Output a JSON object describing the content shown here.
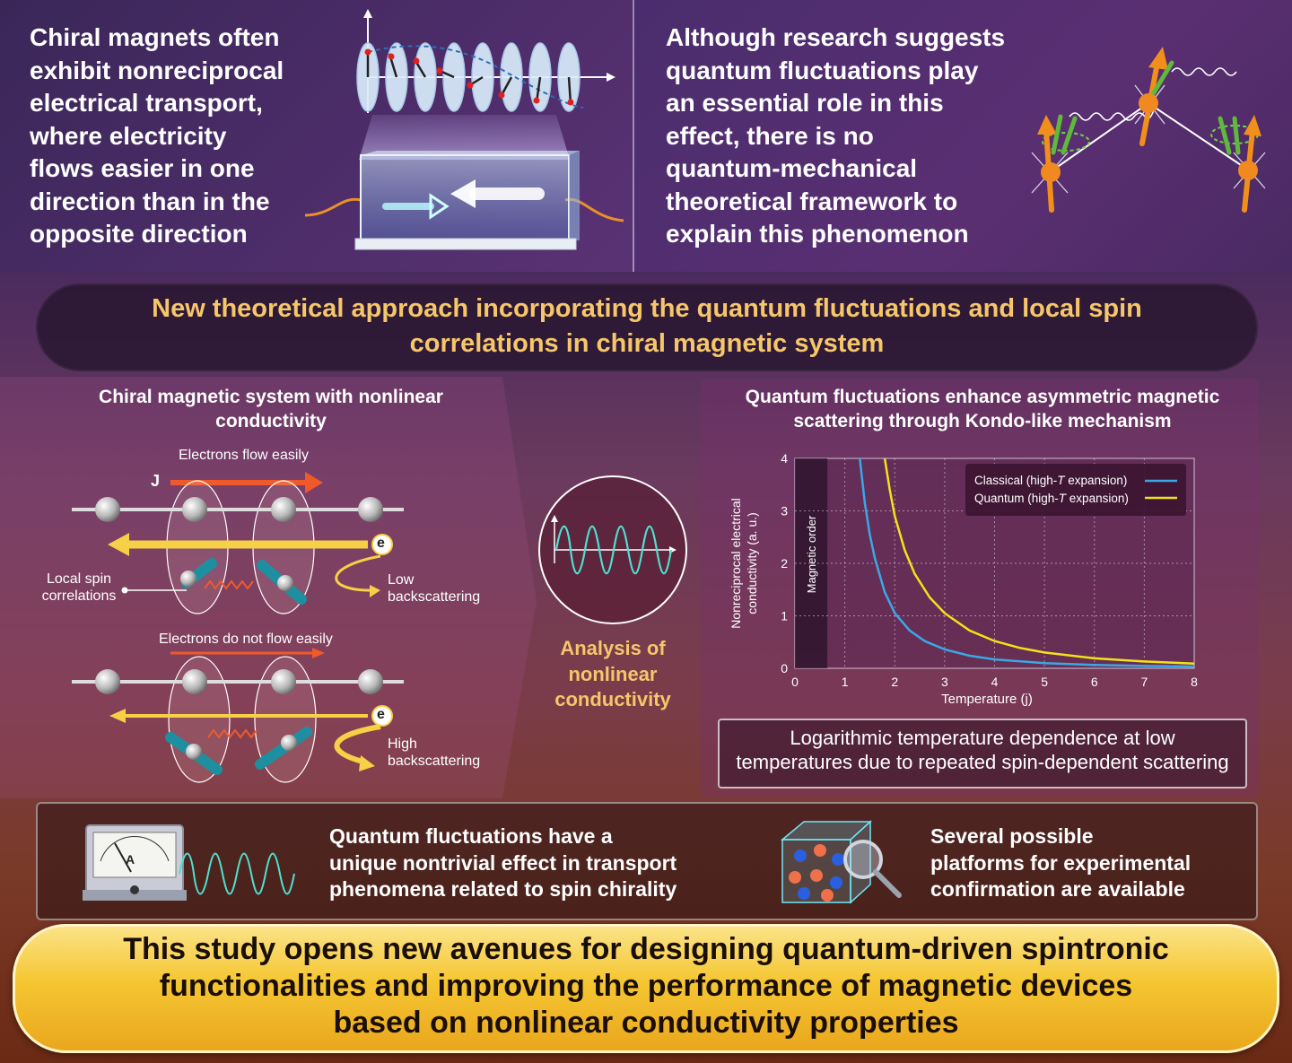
{
  "top_left": {
    "text": "Chiral magnets often\nexhibit nonreciprocal\nelectrical transport,\nwhere electricity\nflows easier in one\ndirection than in the\nopposite direction"
  },
  "top_right": {
    "text": "Although research suggests\nquantum fluctuations play\nan essential role in this\neffect, there is no\nquantum-mechanical\ntheoretical framework to\nexplain this phenomenon"
  },
  "banner": {
    "text": "New theoretical approach incorporating the quantum fluctuations and local spin\ncorrelations in chiral magnetic system"
  },
  "left_panel": {
    "title": "Chiral magnetic system with nonlinear\nconductivity",
    "flow_easy": "Electrons flow easily",
    "current_label": "J",
    "electron_label": "e",
    "local_spin": "Local spin\ncorrelations",
    "low_backscatter": "Low\nbackscattering",
    "flow_hard": "Electrons do not flow easily",
    "high_backscatter": "High\nbackscattering"
  },
  "middle": {
    "analysis": "Analysis of\nnonlinear\nconductivity"
  },
  "right_panel": {
    "title": "Quantum fluctuations enhance asymmetric magnetic\nscattering through Kondo-like mechanism",
    "caption": "Logarithmic temperature dependence at low\ntemperatures due to repeated spin-dependent scattering"
  },
  "chart_data": {
    "type": "line",
    "xlabel": "Temperature (j)",
    "ylabel": "Nonreciprocal electrical conductivity (a. u.)",
    "xlim": [
      0,
      8
    ],
    "ylim": [
      0,
      4
    ],
    "xticks": [
      "0",
      "1",
      "2",
      "3",
      "4",
      "5",
      "6",
      "7",
      "8"
    ],
    "yticks": [
      "0",
      "1",
      "2",
      "3",
      "4"
    ],
    "grid": true,
    "legend_position": "top-right",
    "shaded_region": {
      "label": "Magnetic order",
      "x_range": [
        0,
        0.65
      ]
    },
    "series": [
      {
        "name_prefix": "Classical (high-",
        "name_italic": "T",
        "name_suffix": " expansion)",
        "color": "#3aa8e6",
        "x": [
          1.3,
          1.4,
          1.5,
          1.6,
          1.8,
          2.0,
          2.3,
          2.6,
          3.0,
          3.5,
          4.0,
          5.0,
          6.0,
          7.0,
          8.0
        ],
        "y": [
          4.0,
          3.15,
          2.55,
          2.1,
          1.45,
          1.05,
          0.72,
          0.52,
          0.36,
          0.24,
          0.17,
          0.1,
          0.065,
          0.045,
          0.035
        ]
      },
      {
        "name_prefix": "Quantum (high-",
        "name_italic": "T",
        "name_suffix": " expansion)",
        "color": "#f2e21a",
        "x": [
          1.8,
          1.9,
          2.0,
          2.2,
          2.4,
          2.7,
          3.0,
          3.5,
          4.0,
          4.5,
          5.0,
          6.0,
          7.0,
          8.0
        ],
        "y": [
          4.0,
          3.4,
          2.9,
          2.25,
          1.8,
          1.35,
          1.05,
          0.72,
          0.52,
          0.39,
          0.3,
          0.19,
          0.13,
          0.09
        ]
      }
    ]
  },
  "bottom": {
    "left_text": "Quantum fluctuations have a\nunique nontrivial effect in transport\nphenomena related to spin chirality",
    "meter_label": "A",
    "right_text": "Several possible\nplatforms for experimental\nconfirmation are available"
  },
  "conclusion": {
    "text": "This study opens new avenues for designing quantum-driven spintronic\nfunctionalities and improving the performance of magnetic devices\nbased on nonlinear conductivity properties"
  },
  "colors": {
    "accent_gold": "#f6c66a",
    "arrow_orange": "#f05a2a",
    "arrow_yellow": "#f6d046",
    "spin_teal": "#1e8fa0",
    "classical_line": "#3aa8e6",
    "quantum_line": "#f2e21a"
  }
}
